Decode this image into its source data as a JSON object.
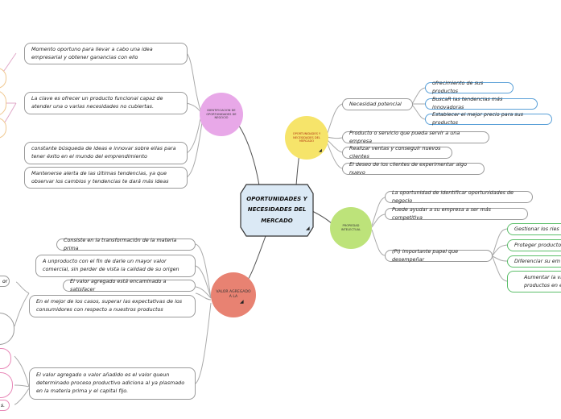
{
  "central": {
    "title": "OPORTUNIDADES Y NECESIDADES DEL MERCADO"
  },
  "branches": {
    "identificacion": {
      "label": "IDENTIFICACION DE OPORTUNIDADES DE NEGOCIO",
      "color": "#e8a8e8"
    },
    "oportunidades": {
      "label": "OPORTUNIDADES Y NECESIDADES DEL MERCADO",
      "color": "#f6e46a"
    },
    "propiedad": {
      "label": "PROPIEDAD INTELECTUAL",
      "color": "#bde37a"
    },
    "valor": {
      "label": "VALOR AGREGADO A LA",
      "color": "#e88272"
    }
  },
  "left_top": [
    "Momento oportuno para llevar a cabo una idea empresarial y obtener ganancias con ello",
    "La clave es ofrecer un producto funcional capaz de atender una o varias necesidades no cubiertas.",
    "constante búsqueda de ideas e innovar sobre ellas para tener éxito en el mundo del emprendimiento",
    "Mantenerse alerta de las últimas tendencias, ya que observar los cambios y tendencias te dará más ideas"
  ],
  "right_top": {
    "necesidad": "Necesidad potencial",
    "necesidad_children": [
      "ofrecimiento de sus productos",
      "BuscaR las tendencias más innovadoras",
      "Establecer el mejor precio para sus productos"
    ],
    "others": [
      "Producto o servicio que pueda servir a una empresa",
      "Realizar ventas y conseguir nuevos clientes",
      "El deseo de los clientes de experimentar algo nuevo"
    ]
  },
  "right_bottom": {
    "items": [
      "La oportunidad de identificar oportunidades de negocio",
      "Puede ayudar a su empresa a ser más competitiva"
    ],
    "pi": "(PI) importante papel que desempeñar",
    "pi_children": [
      "Gestionar los ries",
      "Proteger producto",
      "Diferenciar su em",
      "Aumentar la vi productos en e"
    ]
  },
  "left_bottom": [
    "Consiste en la transformación de la materia prima",
    "A unproducto con el fin de darle un mayor valor comercial, sin perder de vista la calidad de su origen",
    "El valor agregado está encaminado a satisfacer",
    "En el mejor de los casos, superar las expectativas de los consumidores con respecto a nuestros productos",
    "El valor agregado o valor añadido es el valor queun determinado proceso productivo adiciona al ya plasmado en la materia prima y el capital fijo."
  ],
  "cutoff": {
    "or": "or",
    "s": "s."
  }
}
